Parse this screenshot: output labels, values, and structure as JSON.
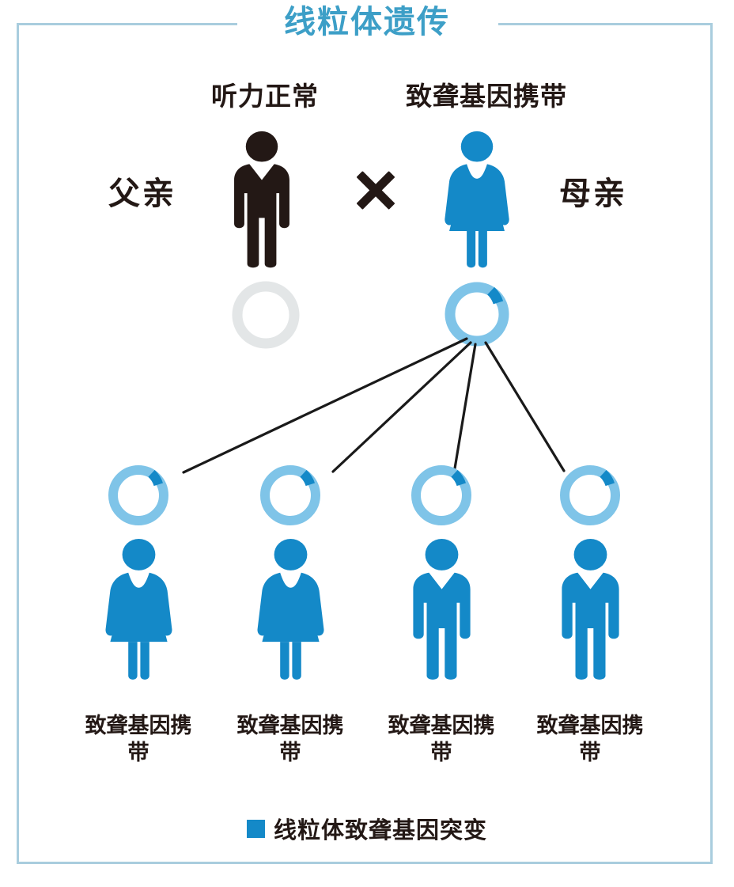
{
  "title": "线粒体遗传",
  "colors": {
    "frame": "#a9cdde",
    "title": "#3d9fc7",
    "father_figure": "#231815",
    "mother_figure": "#1489c8",
    "child_figure": "#1489c8",
    "ring_normal": "#7fc4e8",
    "ring_empty": "#e3e6e7",
    "mutation_segment": "#1489c8",
    "line": "#1a1a1a",
    "text": "#231815"
  },
  "parents": {
    "father": {
      "status_label": "听力正常",
      "name_label": "父亲",
      "figure": "male-figure-black",
      "ring": {
        "name": "mitochondria-ring-empty",
        "mutation_fraction": 0.0
      }
    },
    "cross_symbol": "×",
    "mother": {
      "status_label": "致聋基因携带",
      "name_label": "母亲",
      "figure": "female-figure-blue",
      "ring": {
        "name": "mitochondria-ring-carrier",
        "mutation_fraction": 0.07
      }
    }
  },
  "children": [
    {
      "sex": "female",
      "figure": "female-figure-blue",
      "label": "致聋基因携带",
      "ring": {
        "name": "mitochondria-ring-carrier",
        "mutation_fraction": 0.07
      }
    },
    {
      "sex": "female",
      "figure": "female-figure-blue",
      "label": "致聋基因携带",
      "ring": {
        "name": "mitochondria-ring-carrier",
        "mutation_fraction": 0.07
      }
    },
    {
      "sex": "male",
      "figure": "male-figure-blue",
      "label": "致聋基因携带",
      "ring": {
        "name": "mitochondria-ring-carrier",
        "mutation_fraction": 0.07
      }
    },
    {
      "sex": "male",
      "figure": "male-figure-blue",
      "label": "致聋基因携带",
      "ring": {
        "name": "mitochondria-ring-carrier",
        "mutation_fraction": 0.07
      }
    }
  ],
  "legend": {
    "swatch_color": "#1489c8",
    "label": "线粒体致聋基因突变"
  },
  "chart_data": {
    "type": "diagram",
    "title": "线粒体遗传",
    "description": "Mitochondrial inheritance pedigree: mother carrying the deafness mutation passes it to all four offspring; father is unaffected.",
    "nodes": [
      {
        "id": "father",
        "label": "父亲",
        "status": "听力正常",
        "sex": "male",
        "mutation_fraction": 0.0
      },
      {
        "id": "mother",
        "label": "母亲",
        "status": "致聋基因携带",
        "sex": "female",
        "mutation_fraction": 0.07
      },
      {
        "id": "child1",
        "label": "致聋基因携带",
        "sex": "female",
        "mutation_fraction": 0.07
      },
      {
        "id": "child2",
        "label": "致聋基因携带",
        "sex": "female",
        "mutation_fraction": 0.07
      },
      {
        "id": "child3",
        "label": "致聋基因携带",
        "sex": "male",
        "mutation_fraction": 0.07
      },
      {
        "id": "child4",
        "label": "致聋基因携带",
        "sex": "male",
        "mutation_fraction": 0.07
      }
    ],
    "edges": [
      {
        "from": "mother",
        "to": "child1"
      },
      {
        "from": "mother",
        "to": "child2"
      },
      {
        "from": "mother",
        "to": "child3"
      },
      {
        "from": "mother",
        "to": "child4"
      }
    ],
    "legend": [
      {
        "color": "#1489c8",
        "label": "线粒体致聋基因突变"
      }
    ]
  }
}
